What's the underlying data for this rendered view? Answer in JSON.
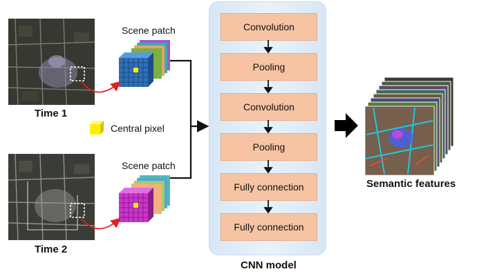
{
  "inputs": {
    "time1_label": "Time 1",
    "time2_label": "Time 2",
    "scene_patch_label_1": "Scene patch",
    "scene_patch_label_2": "Scene patch",
    "central_pixel_label": "Central pixel"
  },
  "cnn": {
    "title": "CNN model",
    "layers": [
      "Convolution",
      "Pooling",
      "Convolution",
      "Pooling",
      "Fully connection",
      "Fully connection"
    ]
  },
  "output": {
    "label": "Semantic features"
  },
  "colors": {
    "layer_fill": "#f6c4a3",
    "panel_fill": "#dfeaf6",
    "patch1_front": "#2f6fb6",
    "patch2_front": "#cc33cc",
    "central_pixel": "#ffee00",
    "selection_arrow": "#e02020"
  }
}
